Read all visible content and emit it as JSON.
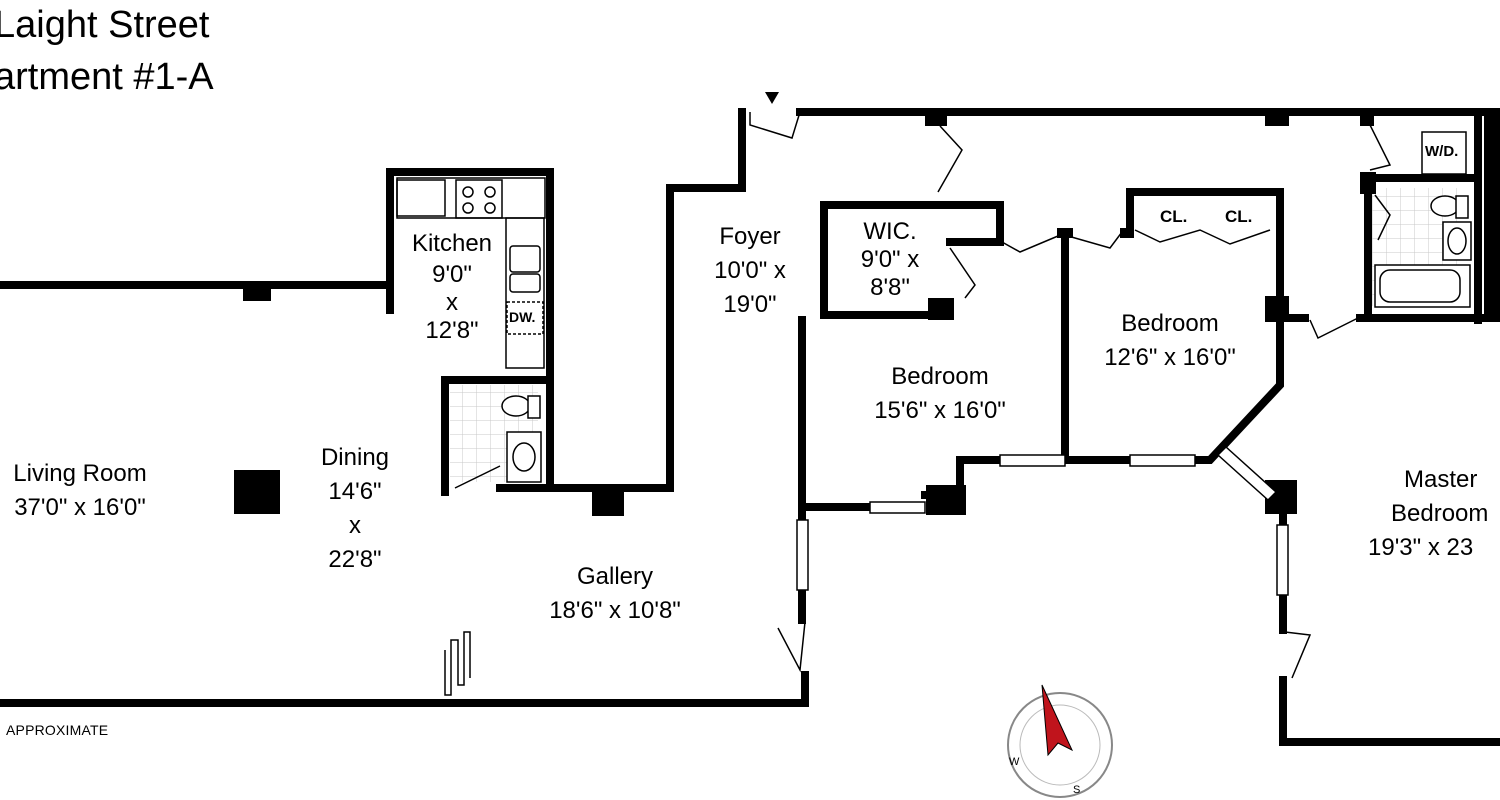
{
  "header": {
    "line1": "Laight Street",
    "line2": "artment #1-A"
  },
  "rooms": {
    "kitchen": {
      "name": "Kitchen",
      "dim1": "9'0\"",
      "x": "x",
      "dim2": "12'8\""
    },
    "foyer": {
      "name": "Foyer",
      "dim1": "10'0\" x",
      "dim2": "19'0\""
    },
    "wic": {
      "name": "WIC.",
      "dim1": "9'0\" x",
      "dim2": "8'8\""
    },
    "bedroom1": {
      "name": "Bedroom",
      "dims": "15'6\" x 16'0\""
    },
    "bedroom2": {
      "name": "Bedroom",
      "dims": "12'6\" x 16'0\""
    },
    "living": {
      "name": "Living Room",
      "dims": "37'0\" x 16'0\""
    },
    "dining": {
      "name": "Dining",
      "dim1": "14'6\"",
      "x": "x",
      "dim2": "22'8\""
    },
    "gallery": {
      "name": "Gallery",
      "dims": "18'6\" x 10'8\""
    },
    "master": {
      "line1": "Master",
      "line2": "Bedroom",
      "dims": "19'3\" x 23"
    }
  },
  "fixtures": {
    "closet_a": "CL.",
    "closet_b": "CL.",
    "washer_dryer": "W/D.",
    "dishwasher": "DW."
  },
  "footer": {
    "note": "APPROXIMATE"
  },
  "compass": {
    "south_label": "S",
    "west_label": "W"
  },
  "colors": {
    "wall": "#000000",
    "compass_needle": "#c0141c",
    "tile": "#c8c8c8"
  }
}
